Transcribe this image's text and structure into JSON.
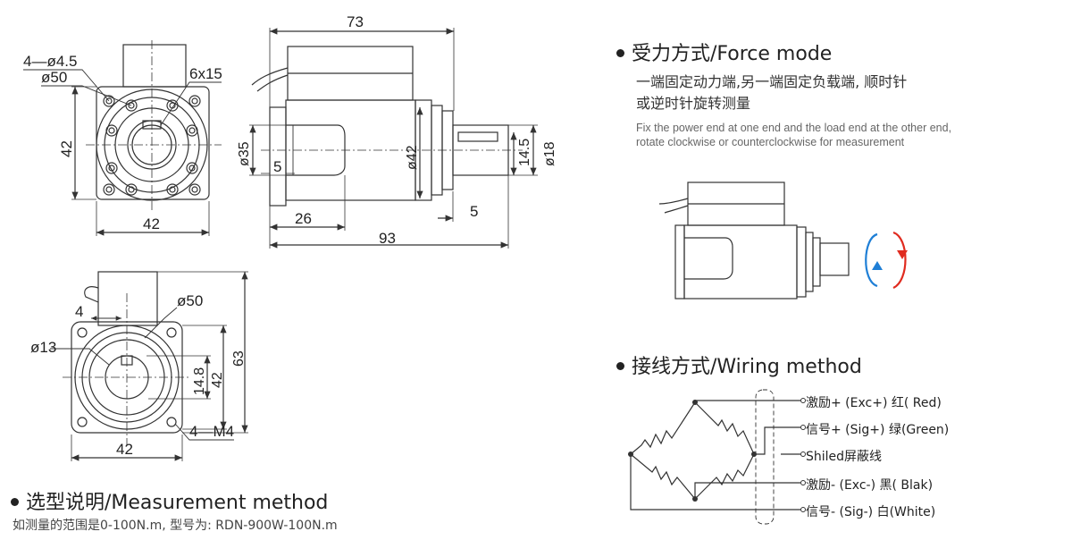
{
  "drawing_top": {
    "dim_73": "73",
    "dim_hole": "4—ø4.5",
    "dim_d50": "ø50",
    "dim_6x15": "6x15",
    "dim_42_left": "42",
    "dim_42_bottom": "42",
    "dim_d35": "ø35",
    "dim_5_left": "5",
    "dim_d42": "ø42",
    "dim_14_5": "14.5",
    "dim_d18": "ø18",
    "dim_26": "26",
    "dim_5_right": "5",
    "dim_93": "93"
  },
  "drawing_bottom": {
    "dim_d50": "ø50",
    "dim_4": "4",
    "dim_d13": "ø13",
    "dim_14_8": "14.8",
    "dim_42_inner": "42",
    "dim_63": "63",
    "dim_42_bottom": "42",
    "dim_m4": "4—M4"
  },
  "force_mode": {
    "title": "受力方式/Force mode",
    "desc_cn_1": "一端固定动力端,另一端固定负载端, 顺时针",
    "desc_cn_2": "或逆时针旋转测量",
    "desc_en_1": "Fix the power end at one end and the load end at the other end,",
    "desc_en_2": "rotate clockwise or counterclockwise for measurement"
  },
  "wiring": {
    "title": "接线方式/Wiring method",
    "labels": [
      "激励+ (Exc+)   红( Red)",
      "信号+ (Sig+)   绿(Green)",
      "Shiled屏蔽线",
      "激励-  (Exc-)   黑( Blak)",
      "信号-  (Sig-)   白(White)"
    ]
  },
  "measurement": {
    "title": "选型说明/Measurement method",
    "example": "如测量的范围是0-100N.m, 型号为: RDN-900W-100N.m"
  },
  "colors": {
    "line": "#333333",
    "arrow_blue": "#1f7fd6",
    "arrow_red": "#e02b1f"
  }
}
